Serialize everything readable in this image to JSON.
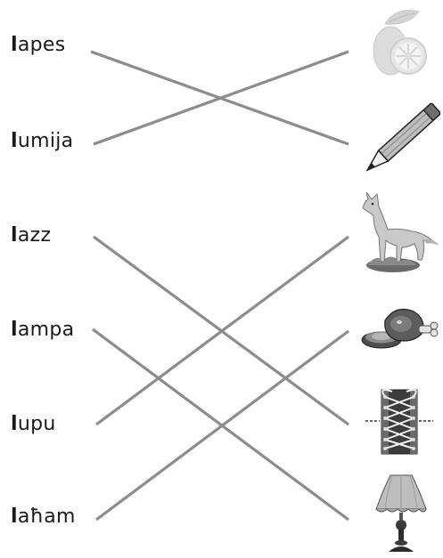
{
  "words": [
    {
      "first": "l",
      "rest": "apes"
    },
    {
      "first": "l",
      "rest": "umija"
    },
    {
      "first": "l",
      "rest": "azz"
    },
    {
      "first": "l",
      "rest": "ampa"
    },
    {
      "first": "l",
      "rest": "upu"
    },
    {
      "first": "l",
      "rest": "aħam"
    }
  ],
  "pictures": [
    "lemon-icon",
    "pencil-icon",
    "wolf-icon",
    "meat-icon",
    "shoelace-icon",
    "lamp-icon"
  ],
  "colors": {
    "line": "#8c8c8c",
    "text": "#1a1a1a"
  }
}
